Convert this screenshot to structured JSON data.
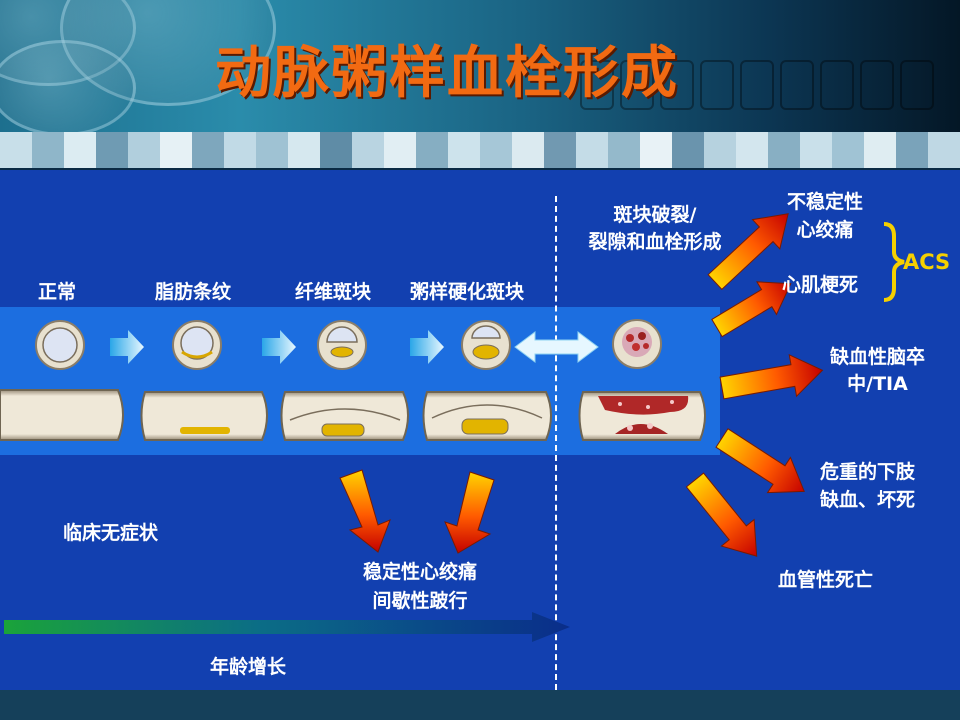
{
  "title": "动脉粥样血栓形成",
  "stages": {
    "normal": "正常",
    "fatty_streak": "脂肪条纹",
    "fibrous_plaque": "纤维斑块",
    "atherosclerotic_plaque": "粥样硬化斑块",
    "rupture": "斑块破裂/\n裂隙和血栓形成"
  },
  "clinical": {
    "asymptomatic": "临床无症状",
    "stable": "稳定性心绞痛\n间歇性跛行",
    "age": "年龄增长"
  },
  "outcomes": {
    "unstable_angina": "不稳定性\n心绞痛",
    "mi": "心肌梗死",
    "acs": "ACS",
    "stroke": "缺血性脑卒\n中/TIA",
    "limb": "危重的下肢\n缺血、坏死",
    "vascular_death": "血管性死亡"
  },
  "colors": {
    "title": "#f26a12",
    "panel": "#1240b0",
    "band": "#1c6ee0",
    "acs_brace": "#f5d000"
  }
}
